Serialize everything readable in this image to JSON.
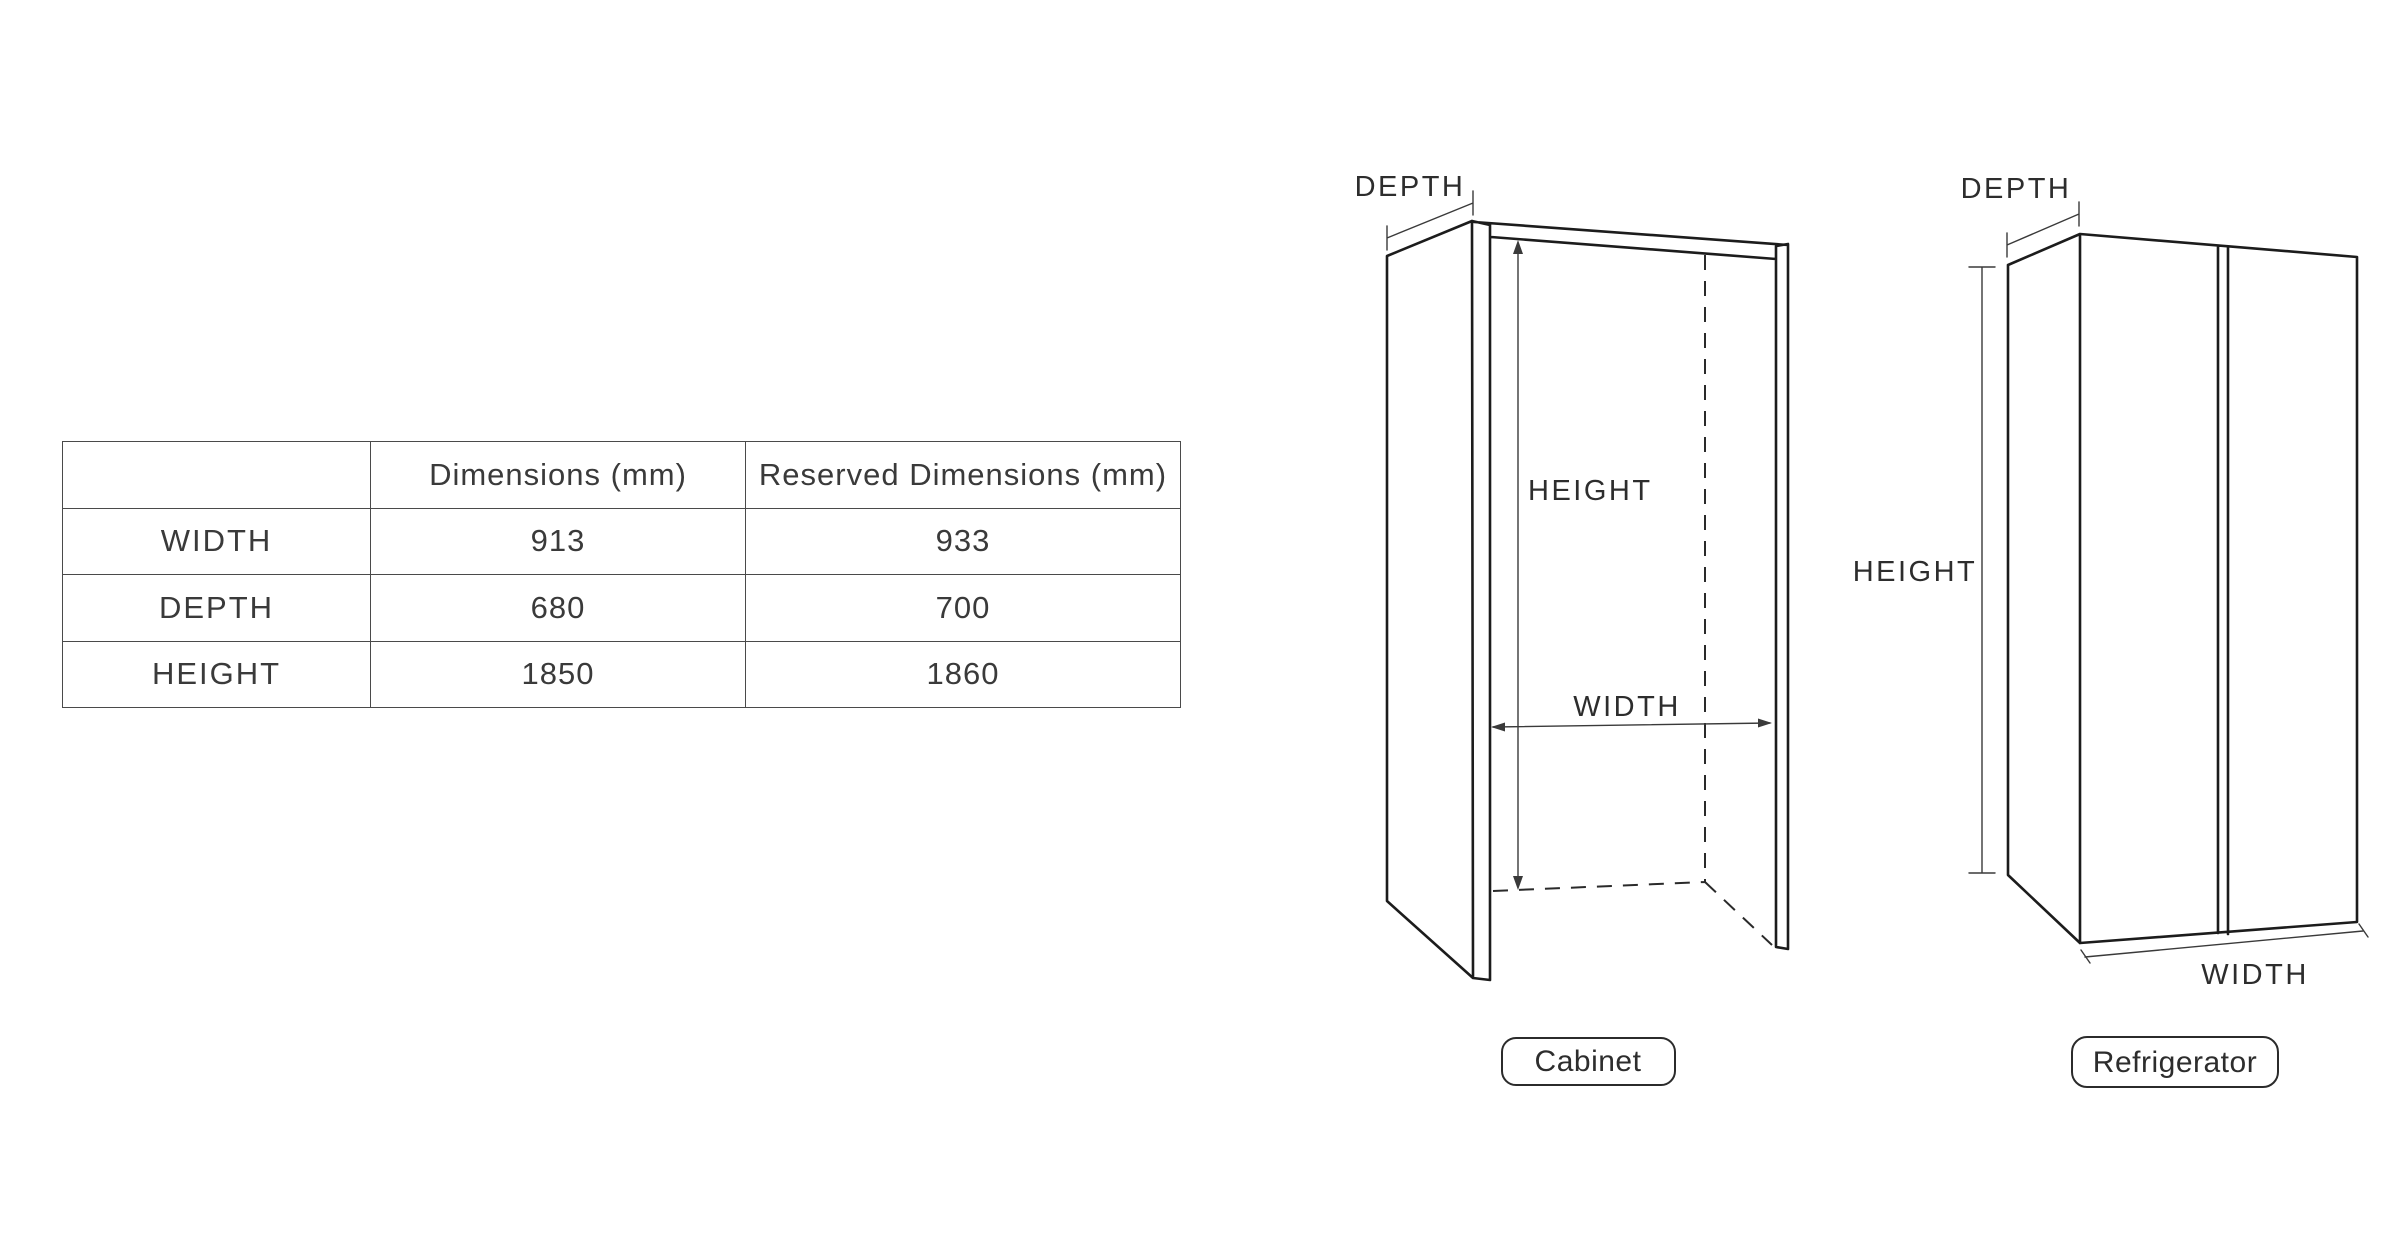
{
  "table": {
    "headers": [
      "",
      "Dimensions (mm)",
      "Reserved Dimensions (mm)"
    ],
    "rows": [
      {
        "label": "WIDTH",
        "dimensions": "913",
        "reserved": "933"
      },
      {
        "label": "DEPTH",
        "dimensions": "680",
        "reserved": "700"
      },
      {
        "label": "HEIGHT",
        "dimensions": "1850",
        "reserved": "1860"
      }
    ]
  },
  "cabinet": {
    "caption": "Cabinet",
    "depth_label": "DEPTH",
    "height_label": "HEIGHT",
    "width_label": "WIDTH"
  },
  "refrigerator": {
    "caption": "Refrigerator",
    "depth_label": "DEPTH",
    "height_label": "HEIGHT",
    "width_label": "WIDTH"
  },
  "colors": {
    "background": "#ffffff",
    "line": "#1c1c1c",
    "dimension_line": "#3a3a3a",
    "text": "#3a3a3a",
    "table_border": "#4a4a4a"
  }
}
